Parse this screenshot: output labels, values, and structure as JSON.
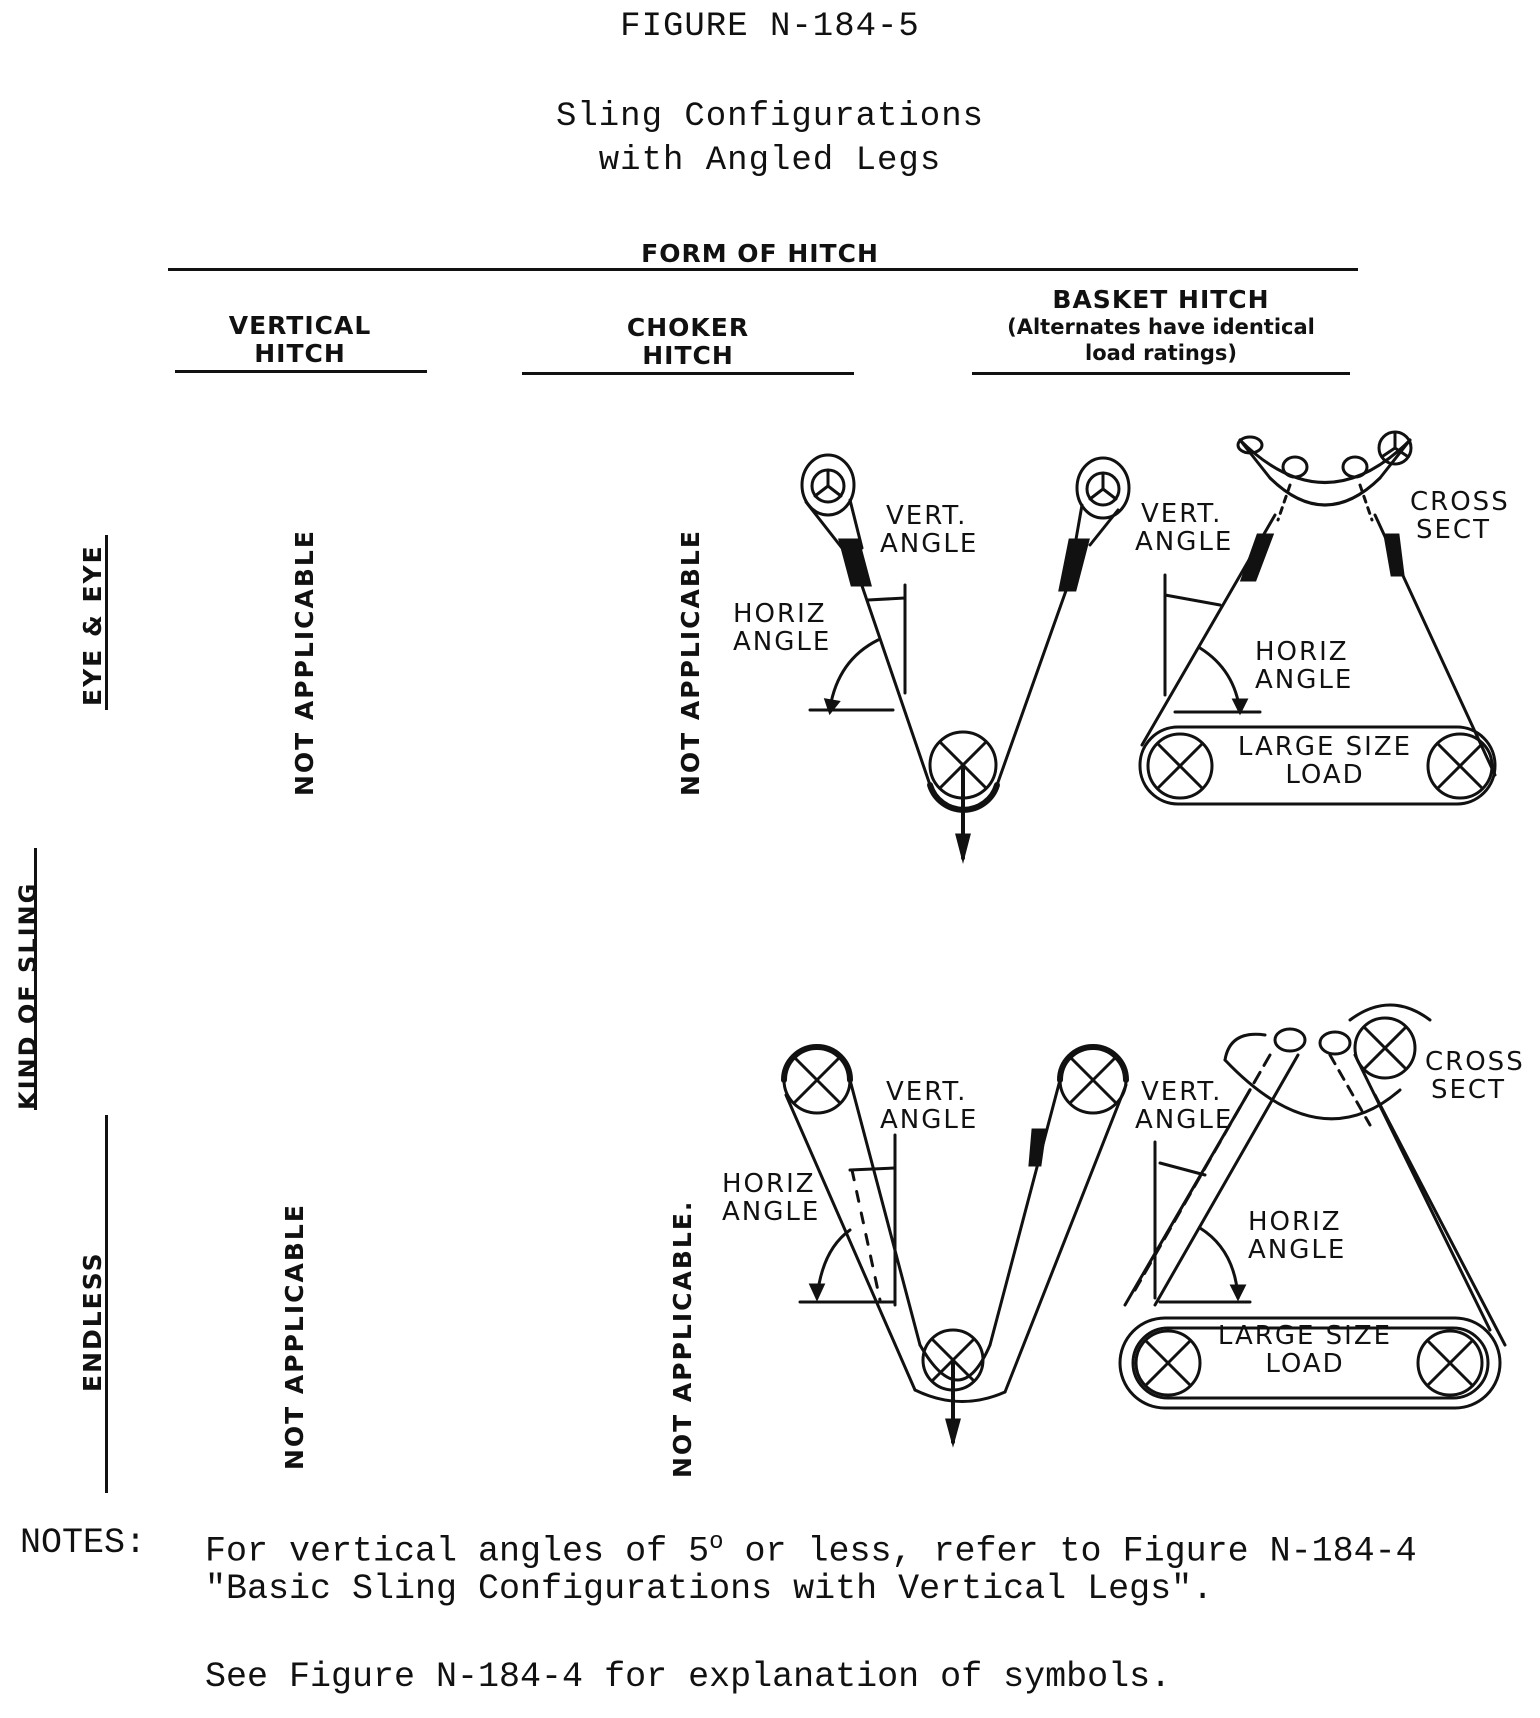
{
  "figure": {
    "number": "FIGURE N-184-5",
    "title_line1": "Sling Configurations",
    "title_line2": "with Angled Legs"
  },
  "header": {
    "form_of_hitch": "FORM OF HITCH",
    "columns": [
      {
        "line1": "VERTICAL",
        "line2": "HITCH"
      },
      {
        "line1": "CHOKER",
        "line2": "HITCH"
      },
      {
        "line1": "BASKET HITCH",
        "line2": "(Alternates have identical",
        "line3": "load ratings)"
      }
    ]
  },
  "rows": {
    "kind_of_sling": "KIND OF SLING",
    "items": [
      {
        "label": "EYE & EYE",
        "vertical_hitch": "NOT APPLICABLE",
        "choker_hitch": "NOT APPLICABLE"
      },
      {
        "label": "ENDLESS",
        "vertical_hitch": "NOT APPLICABLE",
        "choker_hitch": "NOT APPLICABLE."
      }
    ]
  },
  "diagram_labels": {
    "vert_angle_1": "VERT.",
    "vert_angle_2": "ANGLE",
    "horiz_angle_1": "HORIZ",
    "horiz_angle_2": "ANGLE",
    "cross_sect_1": "CROSS",
    "cross_sect_2": "SECT",
    "large_load_1": "LARGE SIZE",
    "large_load_2": "LOAD"
  },
  "notes": {
    "label": "NOTES:",
    "note1_line1": "For vertical angles of 5",
    "note1_degree": "o",
    "note1_line1_rest": " or less, refer to Figure N-184-4",
    "note1_line2": "\"Basic Sling Configurations with Vertical Legs\".",
    "note2": "See Figure N-184-4 for explanation of symbols."
  }
}
